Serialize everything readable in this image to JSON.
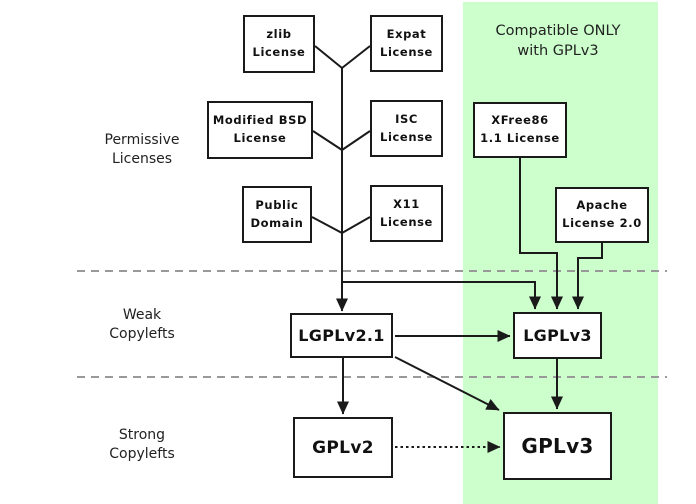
{
  "diagram": {
    "kind": "license-compatibility-flowchart",
    "note": {
      "text": "Compatible ONLY\nwith GPLv3"
    },
    "categories": {
      "permissive": "Permissive\nLicenses",
      "weak": "Weak\nCopylefts",
      "strong": "Strong\nCopylefts"
    }
  },
  "colors": {
    "highlight_green": "#ccffcc",
    "separator_gray": "#999999",
    "line_black": "#1a1a1a",
    "box_fill": "#ffffff"
  },
  "nodes": {
    "zlib": {
      "label": "zlib\nLicense"
    },
    "expat": {
      "label": "Expat\nLicense"
    },
    "modified_bsd": {
      "label": "Modified BSD\nLicense"
    },
    "isc": {
      "label": "ISC\nLicense"
    },
    "public_domain": {
      "label": "Public\nDomain"
    },
    "x11": {
      "label": "X11\nLicense"
    },
    "xfree86": {
      "label": "XFree86\n1.1 License"
    },
    "apache": {
      "label": "Apache\nLicense 2.0"
    },
    "lgplv21": {
      "label": "LGPLv2.1"
    },
    "lgplv3": {
      "label": "LGPLv3"
    },
    "gplv2": {
      "label": "GPLv2"
    },
    "gplv3": {
      "label": "GPLv3"
    }
  },
  "edges": [
    {
      "from": "permissive-licenses",
      "to": "LGPLv2.1",
      "style": "solid-arrow"
    },
    {
      "from": "permissive-licenses",
      "to": "LGPLv3",
      "style": "solid-arrow"
    },
    {
      "from": "XFree86 1.1 License",
      "to": "LGPLv3",
      "style": "solid-arrow"
    },
    {
      "from": "Apache License 2.0",
      "to": "LGPLv3",
      "style": "solid-arrow"
    },
    {
      "from": "LGPLv2.1",
      "to": "LGPLv3",
      "style": "solid-arrow"
    },
    {
      "from": "LGPLv2.1",
      "to": "GPLv2",
      "style": "solid-arrow"
    },
    {
      "from": "LGPLv2.1",
      "to": "GPLv3",
      "style": "solid-arrow"
    },
    {
      "from": "LGPLv3",
      "to": "GPLv3",
      "style": "solid-arrow"
    },
    {
      "from": "GPLv2",
      "to": "GPLv3",
      "style": "dotted-arrow"
    }
  ]
}
